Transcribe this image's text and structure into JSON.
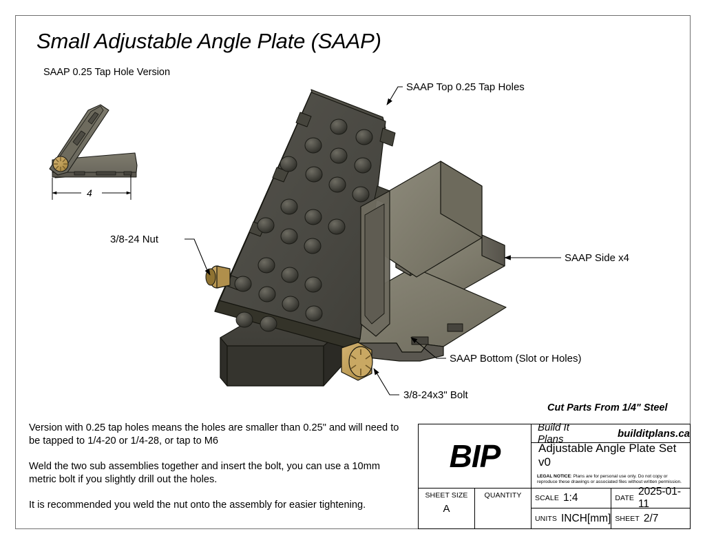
{
  "sheet": {
    "title": "Small Adjustable Angle Plate (SAAP)",
    "subtitle": "SAAP 0.25 Tap Hole Version",
    "cut_note": "Cut Parts From 1/4\" Steel"
  },
  "callouts": {
    "top_plate": "SAAP Top 0.25 Tap Holes",
    "side": "SAAP Side x4",
    "bottom": "SAAP Bottom (Slot or Holes)",
    "bolt": "3/8-24x3\" Bolt",
    "nut": "3/8-24 Nut"
  },
  "side_view": {
    "dimension": "4"
  },
  "notes": [
    "Version with 0.25 tap holes means the holes are smaller than 0.25\" and will need to be tapped to 1/4-20 or 1/4-28, or tap to M6",
    "Weld the two sub assemblies together and insert the bolt, you can use a 10mm metric bolt if you slightly drill out the holes.",
    "It is recommended you weld the nut onto the assembly for easier tightening."
  ],
  "title_block": {
    "logo": "BIP",
    "company": "Build It Plans",
    "website": "builditplans.ca",
    "drawing_title": "Adjustable Angle Plate Set v0",
    "legal_label": "LEGAL NOTICE",
    "legal_text": ": Plans are for personal use only. Do not copy or reproduce these drawings or associated files without written permission.",
    "sheet_size_label": "SHEET SIZE",
    "sheet_size_value": "A",
    "quantity_label": "QUANTITY",
    "quantity_value": "",
    "scale_label": "SCALE",
    "scale_value": "1:4",
    "date_label": "DATE",
    "date_value": "2025-01-11",
    "units_label": "UNITS",
    "units_value": "INCH[mm]",
    "sheet_label": "SHEET",
    "sheet_value": "2/7"
  },
  "colors": {
    "plate_face": "#4b4a44",
    "plate_edge": "#3a3933",
    "side_face": "#7a7768",
    "side_light": "#8d8a7b",
    "bolt_brass": "#c2a059",
    "bolt_brass_dark": "#a4813c",
    "frame": "#6f6f6f",
    "line": "#000000"
  }
}
